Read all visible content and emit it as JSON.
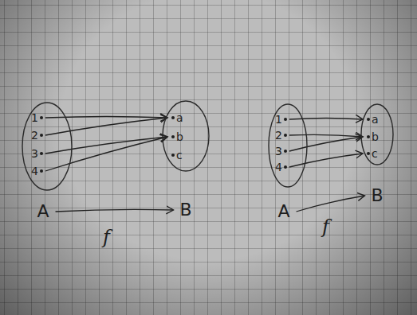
{
  "diagram": {
    "nodes": [
      {
        "text": [
          "A"
        ]
      },
      {
        "text": [
          "1"
        ],
        "in": 0
      },
      {
        "text": [
          "2"
        ],
        "in": 0
      },
      {
        "text": [
          "3"
        ],
        "in": 0
      },
      {
        "text": [
          "4"
        ],
        "in": 0
      },
      {
        "text": [
          "B"
        ]
      },
      {
        "text": [
          "a"
        ],
        "in": 5
      },
      {
        "text": [
          "b"
        ],
        "in": 5
      },
      {
        "text": [
          "c"
        ],
        "in": 5
      },
      {
        "text": [
          "A"
        ]
      },
      {
        "text": [
          "1"
        ],
        "in": 9
      },
      {
        "text": [
          "2"
        ],
        "in": 9
      },
      {
        "text": [
          "3"
        ],
        "in": 9
      },
      {
        "text": [
          "4"
        ],
        "in": 9
      },
      {
        "text": [
          "B"
        ]
      },
      {
        "text": [
          "a"
        ],
        "in": 14
      },
      {
        "text": [
          "b"
        ],
        "in": 14
      },
      {
        "text": [
          "c"
        ],
        "in": 14
      }
    ],
    "edges": [
      {
        "from": 1,
        "to": 6,
        "arrow": "to"
      },
      {
        "from": 2,
        "to": 6,
        "arrow": "to"
      },
      {
        "from": 3,
        "to": 7,
        "arrow": "to"
      },
      {
        "from": 4,
        "to": 7,
        "arrow": "to"
      },
      {
        "from": 0,
        "to": 5,
        "label": "f",
        "arrow": "to"
      },
      {
        "from": 10,
        "to": 15,
        "arrow": "to"
      },
      {
        "from": 11,
        "to": 16,
        "arrow": "to"
      },
      {
        "from": 12,
        "to": 16,
        "arrow": "to"
      },
      {
        "from": 13,
        "to": 17,
        "arrow": "to"
      },
      {
        "from": 9,
        "to": 14,
        "label": "f",
        "arrow": "to"
      }
    ]
  }
}
